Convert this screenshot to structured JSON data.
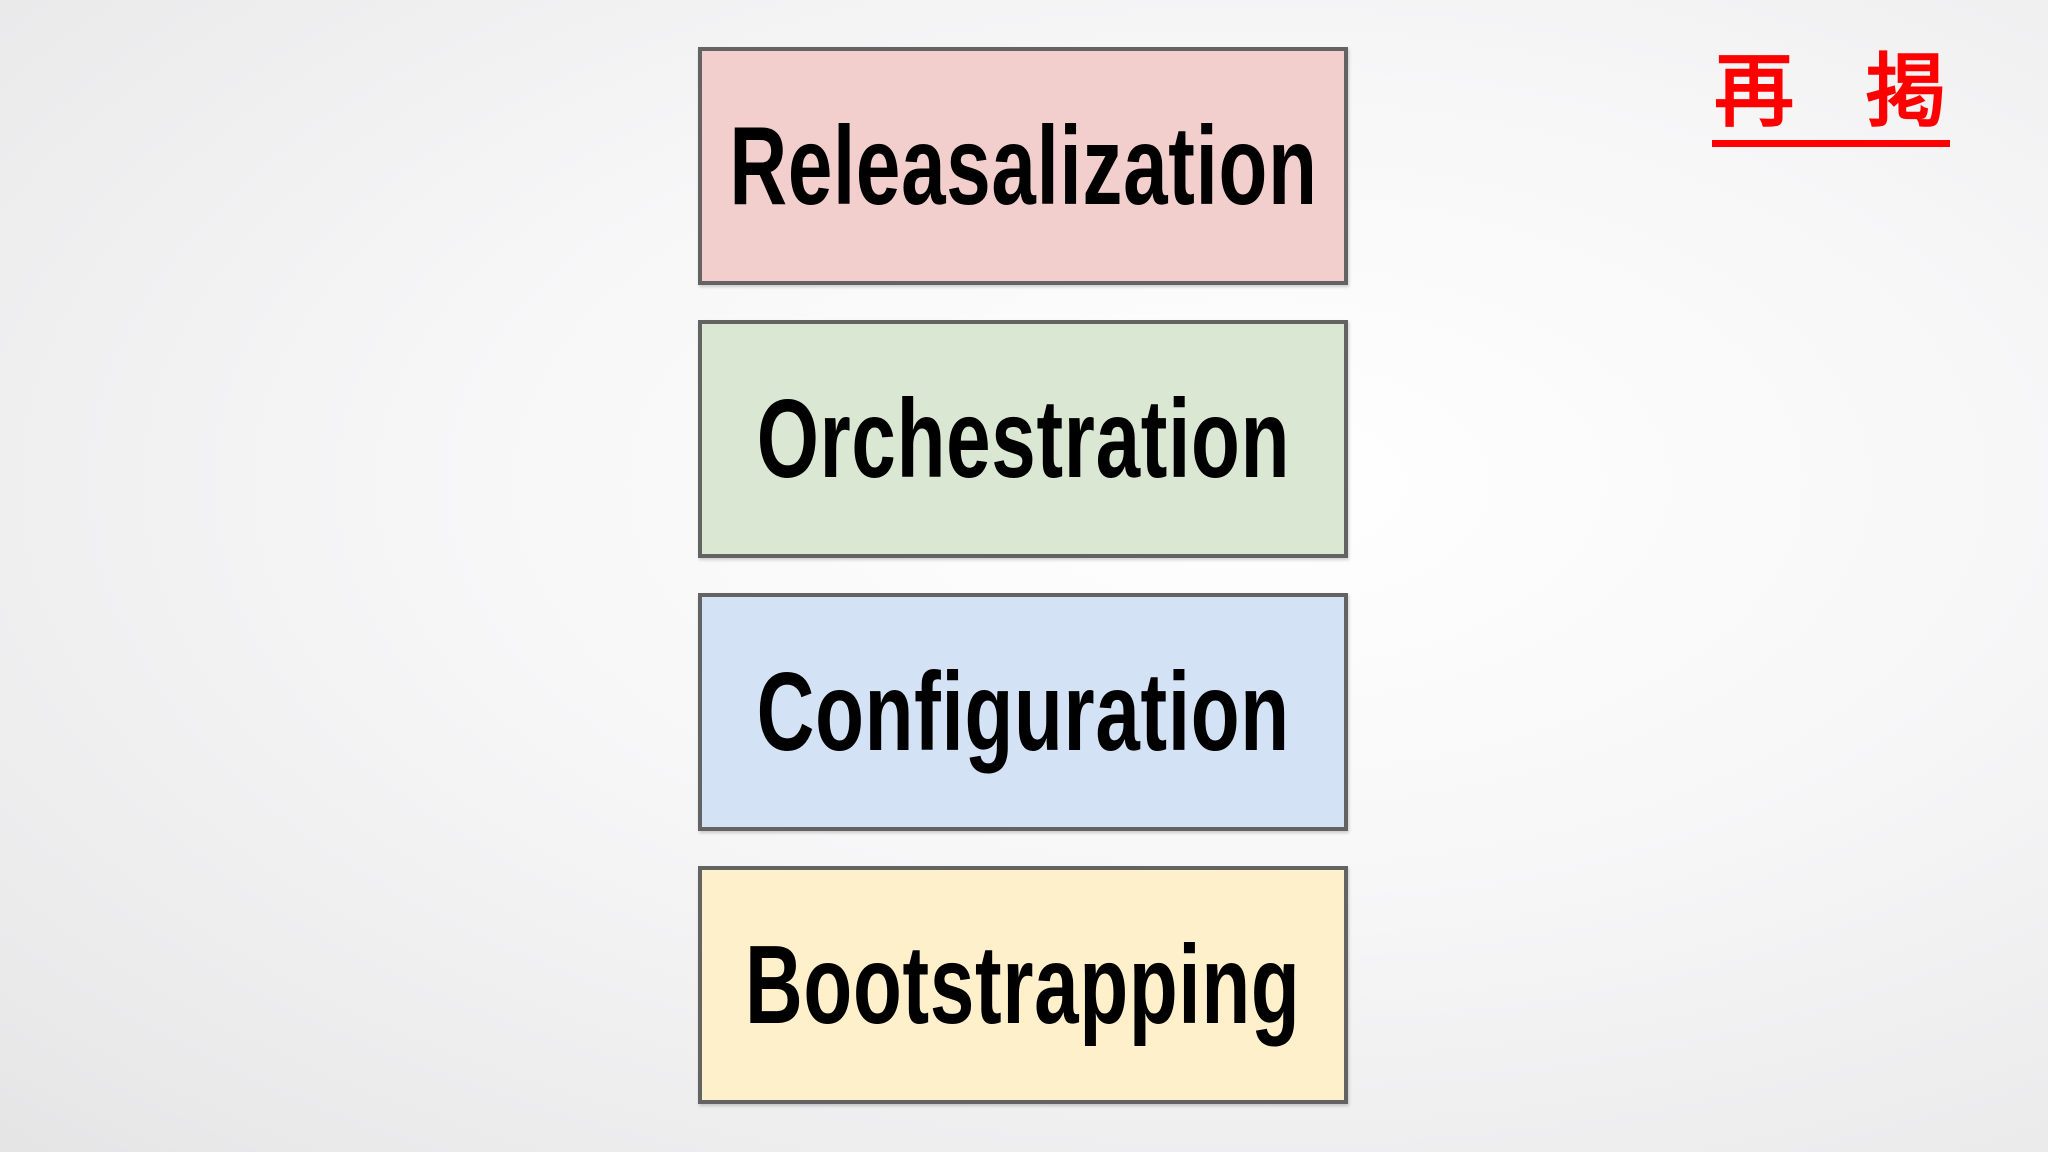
{
  "slide": {
    "annotation": {
      "text": "再 掲",
      "color": "#ff0000"
    },
    "stack": {
      "border_color": "#636363",
      "text_color": "#000000",
      "boxes": [
        {
          "label": "Releasalization",
          "fill": "#f2cecd"
        },
        {
          "label": "Orchestration",
          "fill": "#d9e7d3"
        },
        {
          "label": "Configuration",
          "fill": "#d3e2f4"
        },
        {
          "label": "Bootstrapping",
          "fill": "#fdf0cb"
        }
      ]
    }
  }
}
